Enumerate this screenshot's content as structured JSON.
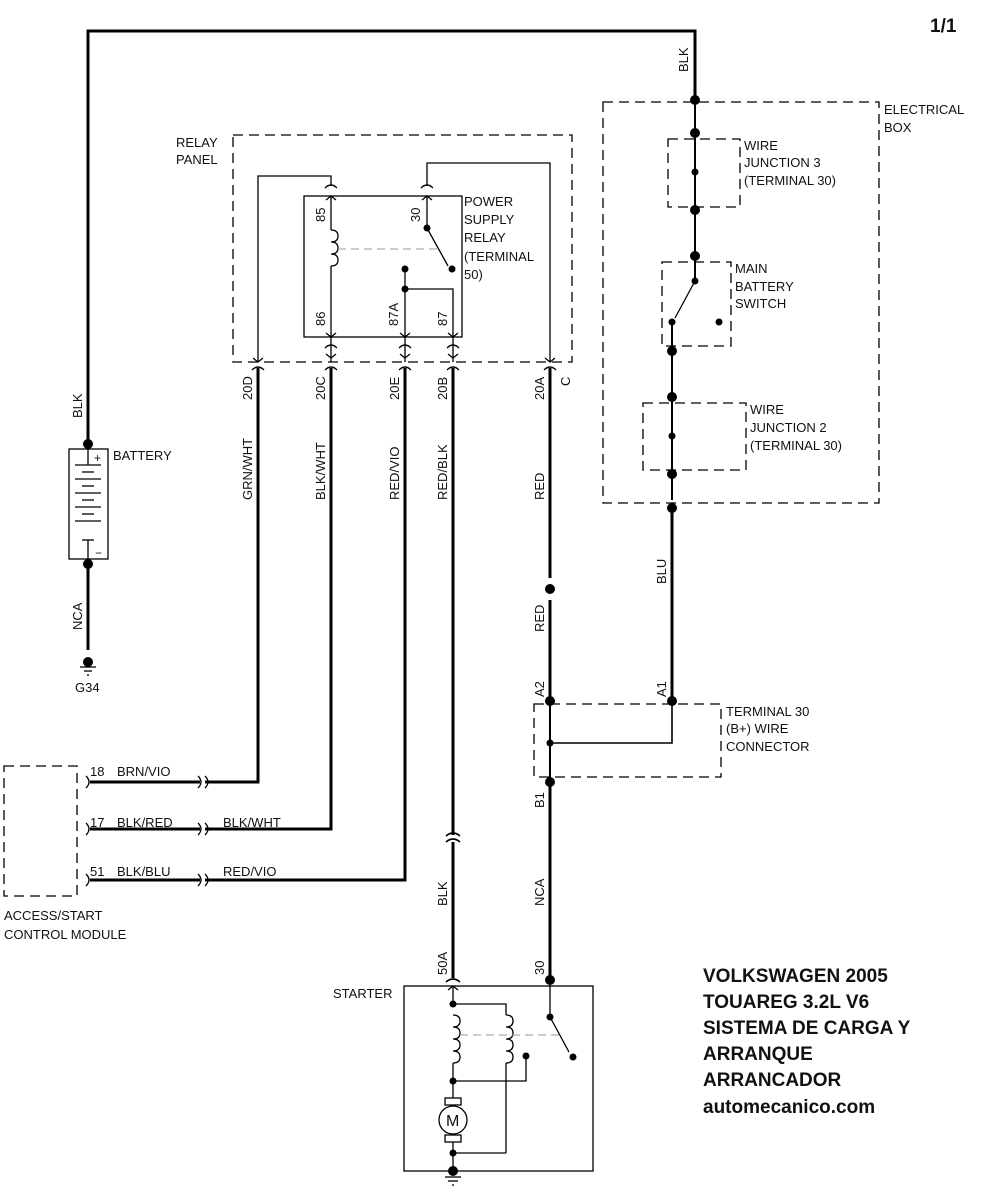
{
  "page_number": "1/1",
  "title_block": {
    "line1": "VOLKSWAGEN 2005",
    "line2": "TOUAREG 3.2L V6",
    "line3": "SISTEMA DE CARGA Y",
    "line4": "ARRANQUE",
    "line5": "ARRANCADOR",
    "line6": "automecanico.com"
  },
  "components": {
    "relay_panel": [
      "RELAY",
      "PANEL"
    ],
    "power_supply_relay": [
      "POWER",
      "SUPPLY",
      "RELAY",
      "(TERMINAL",
      "50)"
    ],
    "relay_pins": {
      "p85": "85",
      "p86": "86",
      "p30": "30",
      "p87a": "87A",
      "p87": "87"
    },
    "electrical_box": [
      "ELECTRICAL",
      "BOX"
    ],
    "wire_junction_3": [
      "WIRE",
      "JUNCTION 3",
      "(TERMINAL 30)"
    ],
    "main_battery_switch": [
      "MAIN",
      "BATTERY",
      "SWITCH"
    ],
    "wire_junction_2": [
      "WIRE",
      "JUNCTION 2",
      "(TERMINAL 30)"
    ],
    "battery": "BATTERY",
    "battery_plus": "+",
    "battery_minus": "−",
    "ground": "G34",
    "terminal30_connector": [
      "TERMINAL 30",
      "(B+) WIRE",
      "CONNECTOR"
    ],
    "access_start_module": [
      "ACCESS/START",
      "CONTROL MODULE"
    ],
    "starter": "STARTER",
    "motor": "M"
  },
  "wires": {
    "top_blk": "BLK",
    "battery_blk": "BLK",
    "battery_nca": "NCA",
    "w20d": {
      "pin": "20D",
      "color": "GRN/WHT"
    },
    "w20c": {
      "pin": "20C",
      "color": "BLK/WHT"
    },
    "w20e": {
      "pin": "20E",
      "color": "RED/VIO"
    },
    "w20b": {
      "pin": "20B",
      "color": "RED/BLK"
    },
    "w20a": {
      "pin": "20A",
      "color": "RED",
      "extra": "C"
    },
    "red_lower": "RED",
    "blu": "BLU",
    "a2": "A2",
    "a1": "A1",
    "b1": "B1",
    "nca_starter": "NCA",
    "pin30": "30",
    "blk_starter": "BLK",
    "pin50a": "50A"
  },
  "module_pins": [
    {
      "pin": "18",
      "color": "BRN/VIO",
      "mate": ""
    },
    {
      "pin": "17",
      "color": "BLK/RED",
      "mate": "BLK/WHT"
    },
    {
      "pin": "51",
      "color": "BLK/BLU",
      "mate": "RED/VIO"
    }
  ]
}
